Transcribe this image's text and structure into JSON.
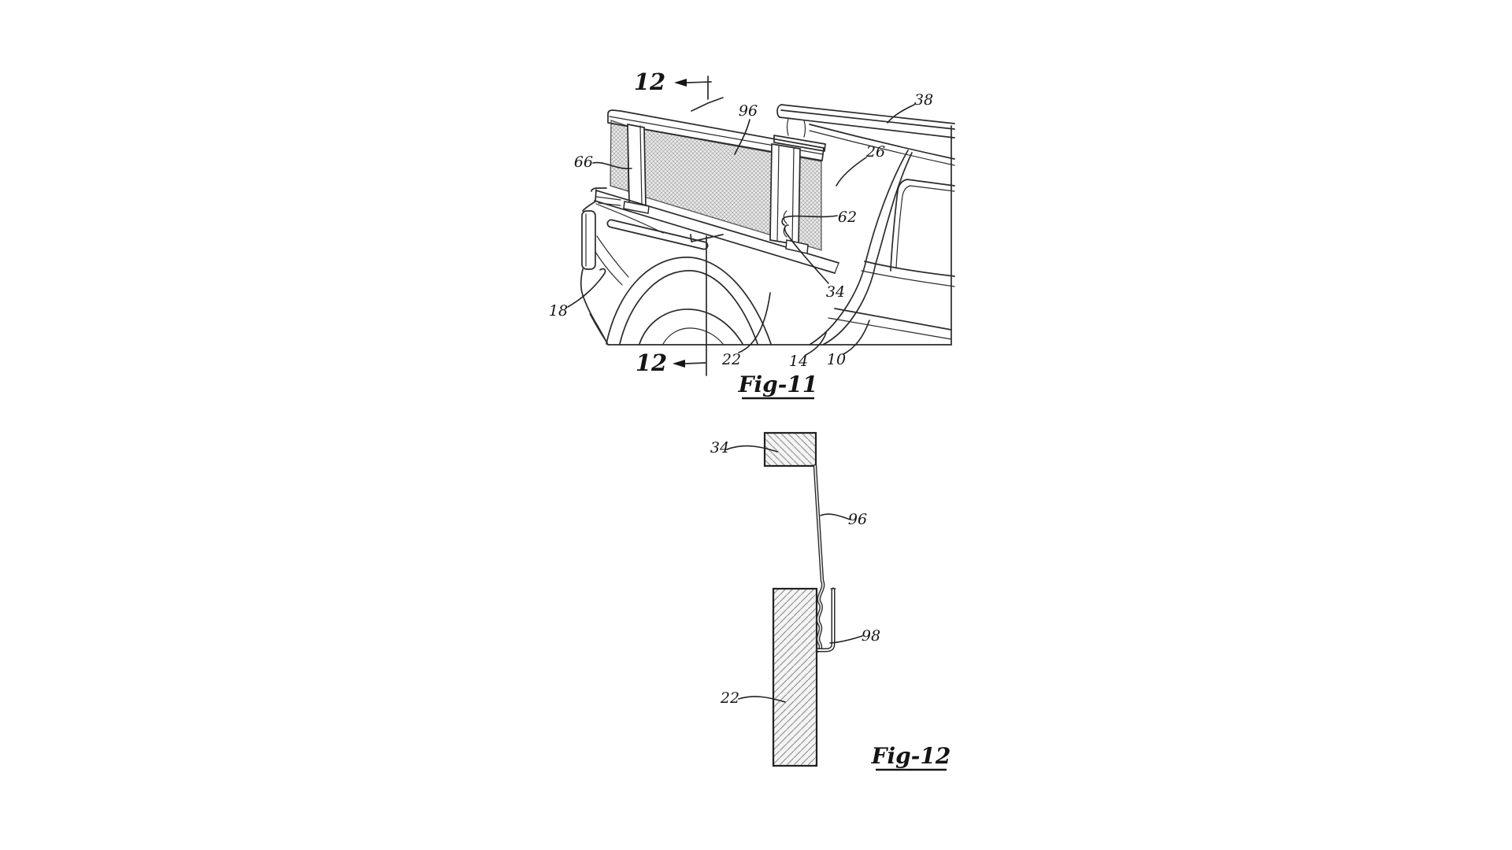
{
  "page": {
    "background": "#ffffff",
    "ink": "#2b2b2b",
    "mesh_fill": "#ebebeb",
    "hatch_fill": "#f4f4f4"
  },
  "fig11": {
    "caption": "Fig-11",
    "section_top": "12",
    "section_bottom": "12",
    "labels": {
      "n96": "96",
      "n38": "38",
      "n66": "66",
      "n26": "26",
      "n62": "62",
      "n34": "34",
      "n18": "18",
      "n22": "22",
      "n14": "14",
      "n10": "10"
    }
  },
  "fig12": {
    "caption": "Fig-12",
    "labels": {
      "n34": "34",
      "n96": "96",
      "n98": "98",
      "n22": "22"
    }
  }
}
